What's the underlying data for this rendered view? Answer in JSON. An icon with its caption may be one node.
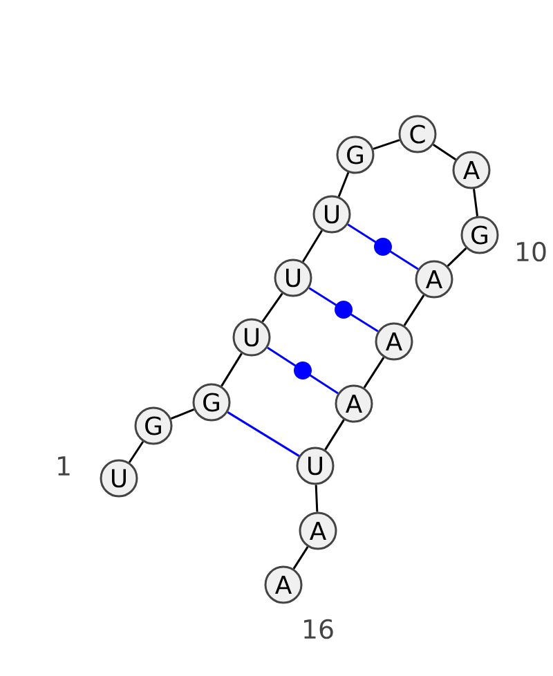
{
  "diagram": {
    "nodes": [
      {
        "text": [
          "U"
        ]
      },
      {
        "text": [
          "G"
        ]
      },
      {
        "text": [
          "G"
        ]
      },
      {
        "text": [
          "U"
        ]
      },
      {
        "text": [
          "U"
        ]
      },
      {
        "text": [
          "U"
        ]
      },
      {
        "text": [
          "G"
        ]
      },
      {
        "text": [
          "C"
        ]
      },
      {
        "text": [
          "A"
        ]
      },
      {
        "text": [
          "G"
        ]
      },
      {
        "text": [
          "A"
        ]
      },
      {
        "text": [
          "A"
        ]
      },
      {
        "text": [
          "A"
        ]
      },
      {
        "text": [
          "U"
        ]
      },
      {
        "text": [
          "A"
        ]
      },
      {
        "text": [
          "A"
        ]
      }
    ],
    "edges": [
      {
        "from": 0,
        "to": 1,
        "arrow": "none"
      },
      {
        "from": 1,
        "to": 2,
        "arrow": "none"
      },
      {
        "from": 2,
        "to": 3,
        "arrow": "none"
      },
      {
        "from": 3,
        "to": 4,
        "arrow": "none"
      },
      {
        "from": 4,
        "to": 5,
        "arrow": "none"
      },
      {
        "from": 5,
        "to": 6,
        "arrow": "none"
      },
      {
        "from": 6,
        "to": 7,
        "arrow": "none"
      },
      {
        "from": 7,
        "to": 8,
        "arrow": "none"
      },
      {
        "from": 8,
        "to": 9,
        "arrow": "none"
      },
      {
        "from": 9,
        "to": 10,
        "arrow": "none"
      },
      {
        "from": 10,
        "to": 11,
        "arrow": "none"
      },
      {
        "from": 11,
        "to": 12,
        "arrow": "none"
      },
      {
        "from": 12,
        "to": 13,
        "arrow": "none"
      },
      {
        "from": 13,
        "to": 14,
        "arrow": "none"
      },
      {
        "from": 14,
        "to": 15,
        "arrow": "none"
      },
      {
        "from": 2,
        "to": 13,
        "arrow": "none",
        "color": "#0000ff"
      },
      {
        "from": 3,
        "to": 12,
        "arrow": "none",
        "color": "#0000ff"
      },
      {
        "from": 4,
        "to": 11,
        "arrow": "none",
        "color": "#0000ff"
      },
      {
        "from": 5,
        "to": 10,
        "arrow": "none",
        "color": "#0000ff"
      }
    ],
    "labels": [
      "1",
      "10",
      "16"
    ]
  }
}
